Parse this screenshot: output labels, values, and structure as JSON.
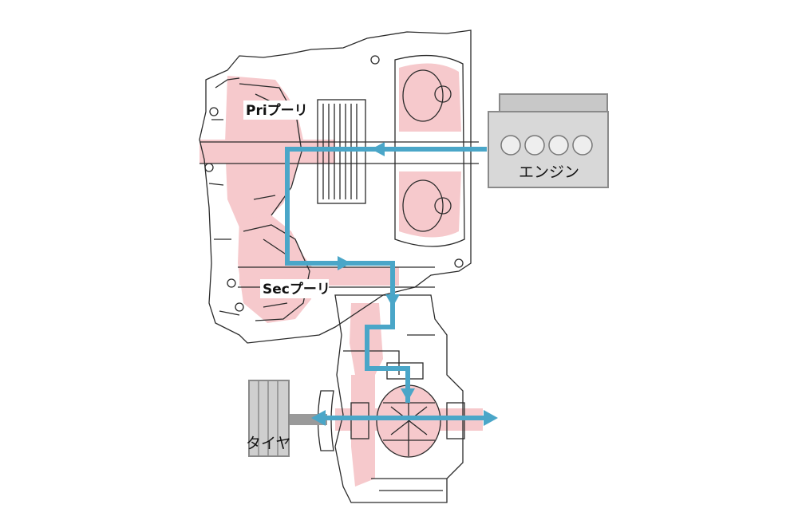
{
  "labels": {
    "primary_pulley": "Priプーリ",
    "secondary_pulley": "Secプーリ",
    "engine": "エンジン",
    "tire": "タイヤ"
  },
  "colors": {
    "flow": "#4aa6c8",
    "highlight": "#f6c9cc",
    "line": "#2a2a2a",
    "component_gray": "#c8c8c8"
  }
}
